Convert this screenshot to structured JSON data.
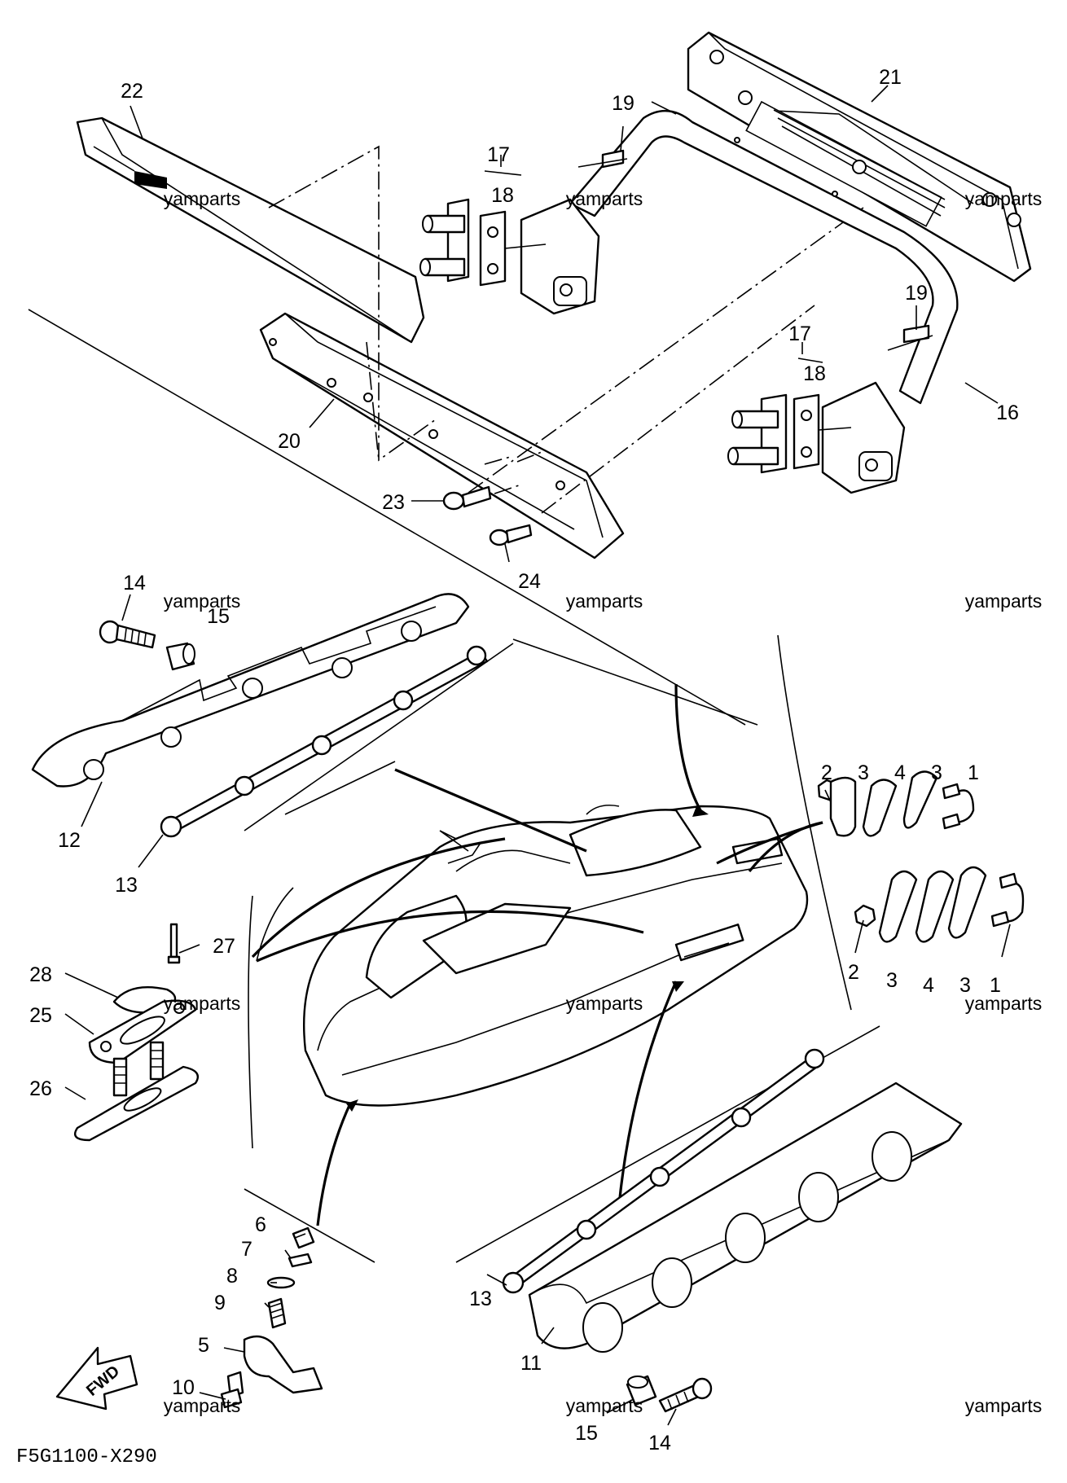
{
  "diagram_code": "F5G1100-X290",
  "fwd_label": "FWD",
  "watermark": "yamparts",
  "callouts": {
    "c1a": "1",
    "c1b": "1",
    "c2a": "2",
    "c2b": "2",
    "c3a": "3",
    "c3b": "3",
    "c3c": "3",
    "c3d": "3",
    "c4a": "4",
    "c4b": "4",
    "c5": "5",
    "c6": "6",
    "c7": "7",
    "c8": "8",
    "c9": "9",
    "c10": "10",
    "c11": "11",
    "c12": "12",
    "c13a": "13",
    "c13b": "13",
    "c14a": "14",
    "c14b": "14",
    "c15a": "15",
    "c15b": "15",
    "c16": "16",
    "c17a": "17",
    "c17b": "17",
    "c18a": "18",
    "c18b": "18",
    "c19a": "19",
    "c19b": "19",
    "c20": "20",
    "c21": "21",
    "c22": "22",
    "c23": "23",
    "c24": "24",
    "c25": "25",
    "c26": "26",
    "c27": "27",
    "c28": "28"
  }
}
